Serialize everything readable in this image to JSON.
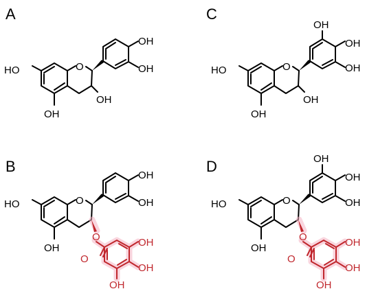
{
  "panels": {
    "a": {
      "label": "A"
    },
    "b": {
      "label": "B"
    },
    "c": {
      "label": "C"
    },
    "d": {
      "label": "D"
    }
  },
  "atoms": {
    "oh": "OH",
    "ho": "HO",
    "o": "O"
  },
  "colors": {
    "bond": "#000000",
    "galloyl": "#c0272d",
    "highlight": "#f4b3c2"
  }
}
